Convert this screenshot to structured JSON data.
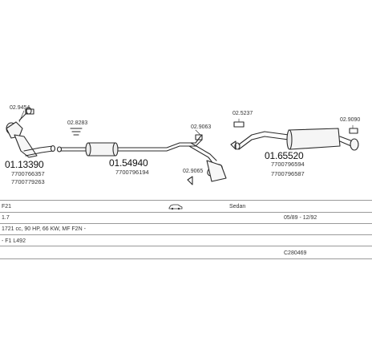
{
  "diagram": {
    "parts": [
      {
        "id": "p1",
        "part_no": "01.13390",
        "oe_numbers": [
          "7700766357",
          "7700779263"
        ],
        "fitting_no": "02.9454"
      },
      {
        "id": "p2",
        "part_no": "01.54940",
        "oe_numbers": [
          "7700796194"
        ],
        "fitting_no": "02.8283"
      },
      {
        "id": "p3",
        "part_no": "01.65520",
        "oe_numbers": [
          "7700796594",
          "7700796587"
        ],
        "fitting_no": "02.5237"
      },
      {
        "id": "f1",
        "fitting_no": "02.9063"
      },
      {
        "id": "f2",
        "fitting_no": "02.9065"
      },
      {
        "id": "f3",
        "fitting_no": "02.9090"
      }
    ]
  },
  "table": {
    "row1": {
      "model": "F21",
      "body": "Sedan"
    },
    "row2": {
      "engine": "1.7",
      "years": "05/89 - 12/92"
    },
    "row3": {
      "spec": "1721 cc, 90 HP, 66 KW, MF F2N -"
    },
    "row4": {
      "code": "- F1 L492"
    },
    "row5": {
      "ref": "C280469"
    }
  },
  "icons": {
    "car": "sedan-car-icon"
  }
}
